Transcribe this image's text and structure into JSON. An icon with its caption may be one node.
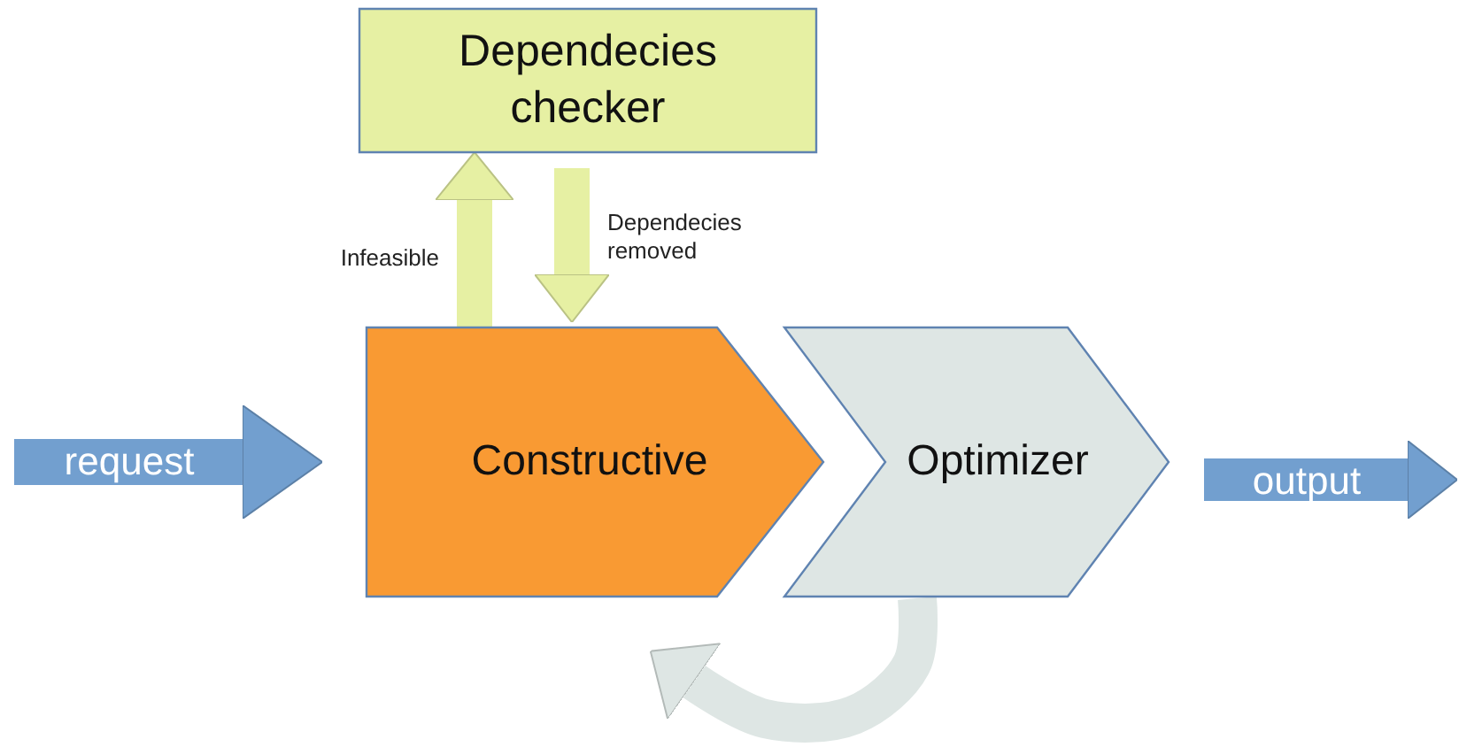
{
  "diagram": {
    "nodes": [
      {
        "text": [
          "Dependecies checker"
        ]
      },
      {
        "text": [
          "Constructive"
        ]
      },
      {
        "text": [
          "Optimizer"
        ]
      }
    ],
    "edges": [
      {
        "from": 1,
        "to": 0,
        "arrow": "to",
        "label": "Infeasible",
        "color": "#e6f0a3"
      },
      {
        "from": 0,
        "to": 1,
        "arrow": "to",
        "label": "Dependecies removed",
        "color": "#e6f0a3"
      },
      {
        "from": null,
        "to": 1,
        "arrow": "to",
        "label": "request",
        "color": "#729fcf"
      },
      {
        "from": 2,
        "to": null,
        "arrow": "to",
        "label": "output",
        "color": "#729fcf"
      },
      {
        "from": 2,
        "to": 1,
        "arrow": "to",
        "color": "#dee6e4"
      }
    ]
  }
}
